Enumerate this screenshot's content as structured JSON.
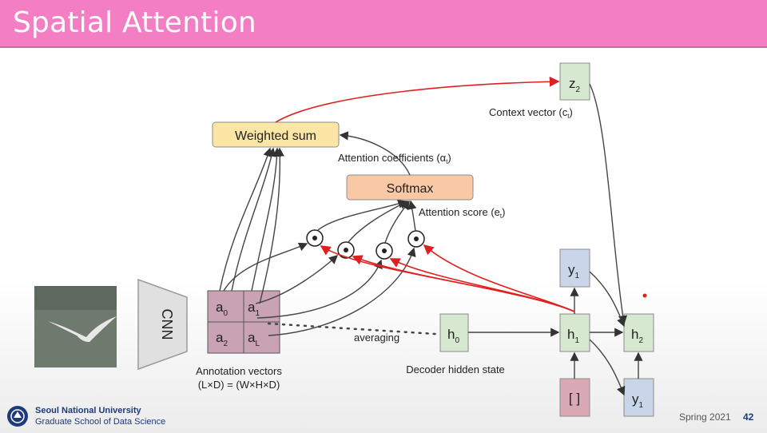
{
  "slide": {
    "title": "Spatial Attention",
    "footer": {
      "university": "Seoul National University",
      "school": "Graduate School of Data Science",
      "term": "Spring 2021",
      "page": "42"
    }
  },
  "diagram": {
    "cnn_label": "CNN",
    "grid": {
      "a0": "a",
      "a0_sub": "0",
      "a1": "a",
      "a1_sub": "1",
      "a2": "a",
      "a2_sub": "2",
      "aL": "a",
      "aL_sub": "L"
    },
    "annotation_line1": "Annotation vectors",
    "annotation_line2": "(L×D) = (W×H×D)",
    "averaging": "averaging",
    "decoder_state": "Decoder hidden state",
    "weighted_sum": "Weighted sum",
    "softmax": "Softmax",
    "attention_coefficients": "Attention coefficients (α",
    "attention_coefficients_sub": "t",
    "attention_score": "Attention score (e",
    "attention_score_sub": "t",
    "context_vector": "Context vector (c",
    "context_vector_sub": "t",
    "z2": "z",
    "z2_sub": "2",
    "h0": "h",
    "h0_sub": "0",
    "h1": "h",
    "h1_sub": "1",
    "h2": "h",
    "h2_sub": "2",
    "y1_top": "y",
    "y1_top_sub": "1",
    "y1_bottom": "y",
    "y1_bottom_sub": "1",
    "start_token": "[ ]",
    "colors": {
      "title_bar": "#f47ec3",
      "weighted_sum": "#fbe6a6",
      "softmax": "#f8c9a4",
      "annotation": "#c9a2b3",
      "decoder": "#d6e8cf",
      "output": "#c9d6ea",
      "start": "#d9aab6",
      "red_arrow": "#e02020"
    }
  }
}
